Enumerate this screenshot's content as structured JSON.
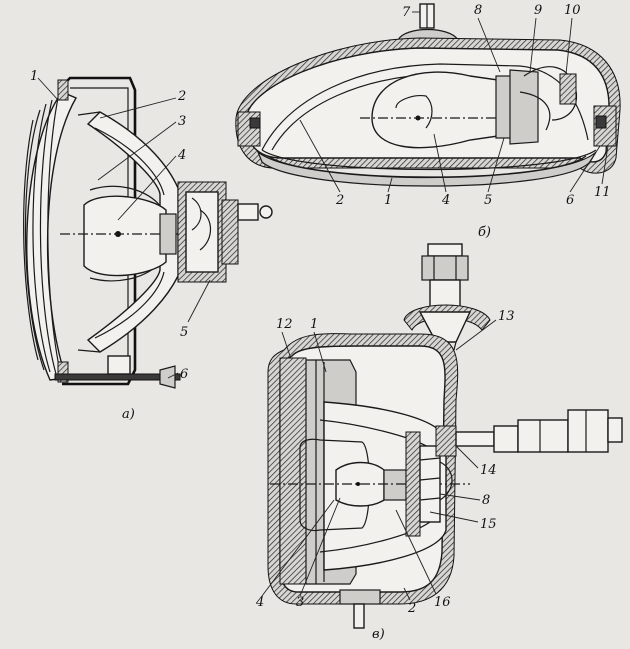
{
  "figure": {
    "subfigures": [
      {
        "id": "a",
        "caption": "а)",
        "callouts": [
          "1",
          "2",
          "3",
          "4",
          "5",
          "6"
        ]
      },
      {
        "id": "b",
        "caption": "б)",
        "callouts_top": [
          "7",
          "8",
          "9",
          "10"
        ],
        "callouts_bottom": [
          "2",
          "1",
          "4",
          "5",
          "6",
          "11"
        ]
      },
      {
        "id": "v",
        "caption": "в)",
        "callouts_top": [
          "12",
          "1",
          "13"
        ],
        "callouts_right": [
          "14",
          "8",
          "15"
        ],
        "callouts_bottom": [
          "4",
          "3",
          "2",
          "16"
        ]
      }
    ]
  }
}
